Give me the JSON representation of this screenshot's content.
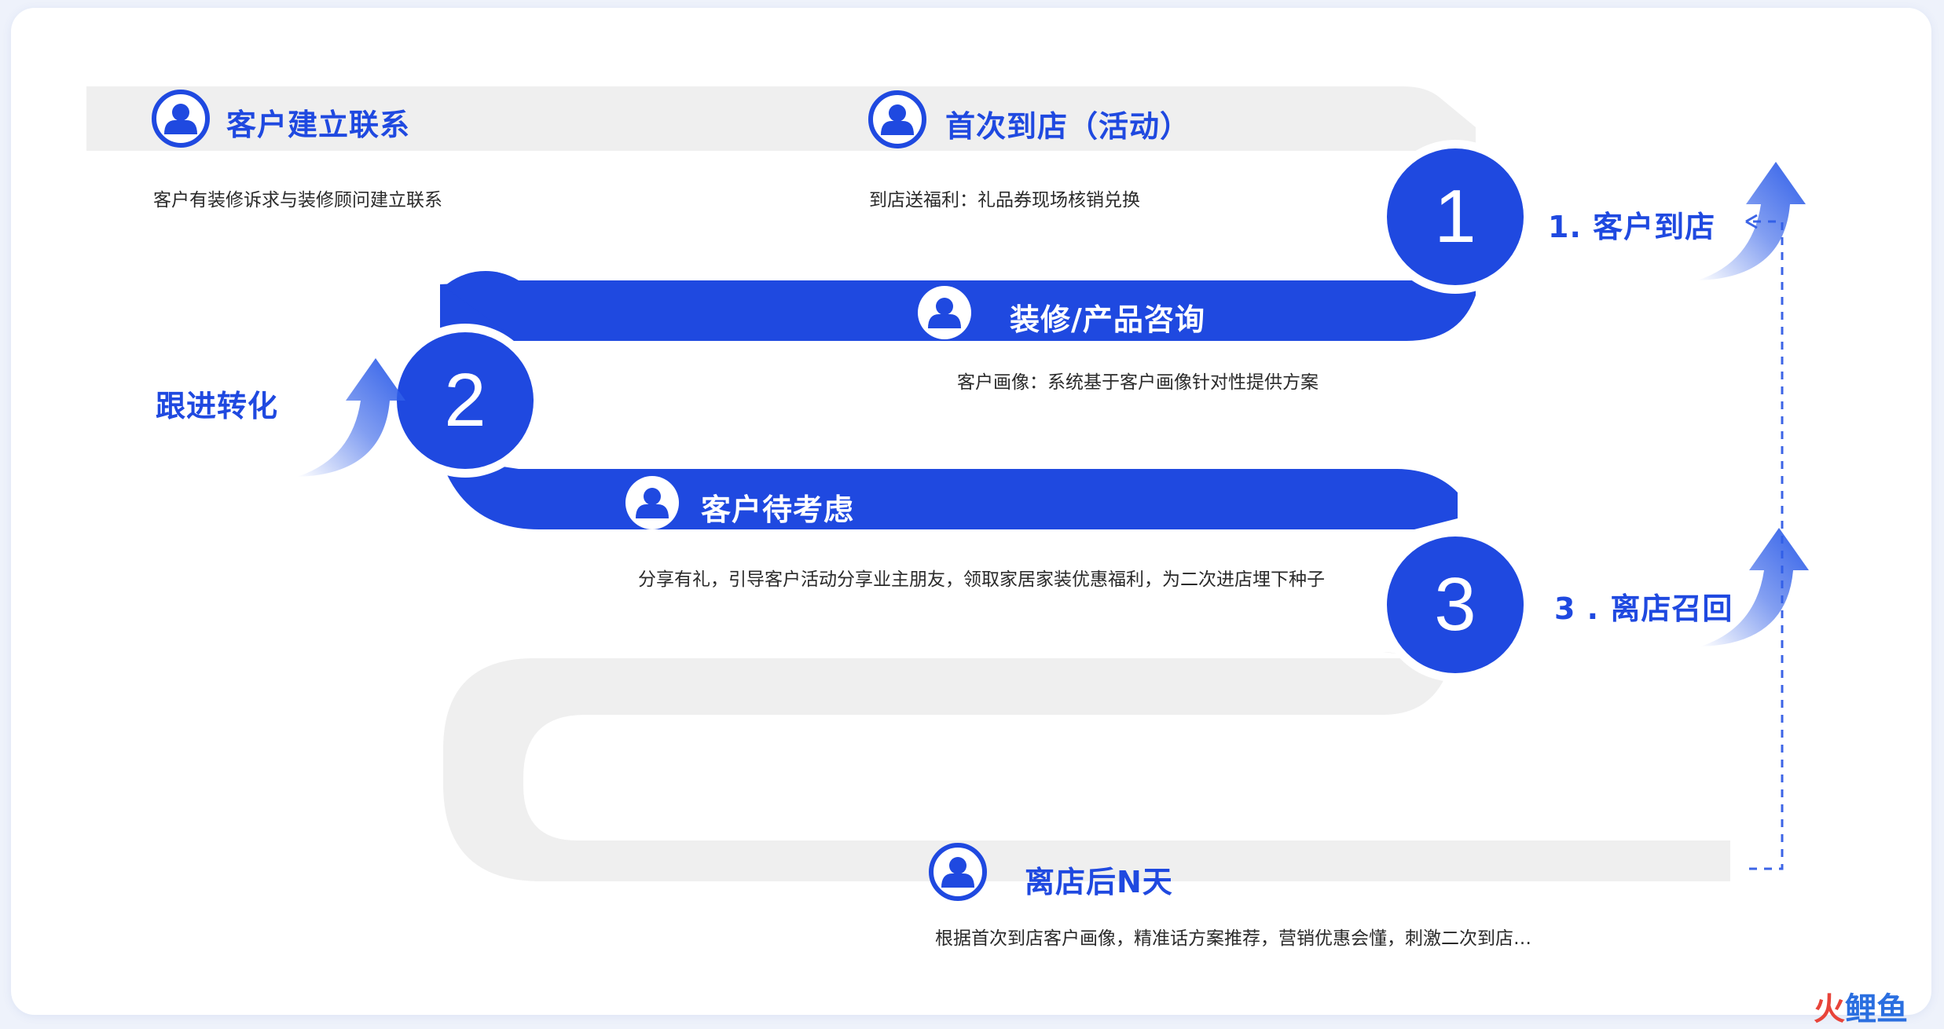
{
  "colors": {
    "primary": "#1f49e0",
    "track_grey": "#efefef",
    "dashed_line": "#3c64e6",
    "watermark_red": "#e8443a",
    "watermark_blue": "#2b6fe0"
  },
  "icons": {
    "person": "person-circle-icon",
    "arrow": "curved-up-arrow-icon"
  },
  "steps": [
    {
      "title": "客户建立联系",
      "desc": "客户有装修诉求与装修顾问建立联系"
    },
    {
      "title": "首次到店（活动）",
      "desc": "到店送福利：礼品券现场核销兑换"
    },
    {
      "title": "装修/产品咨询",
      "desc": "客户画像：系统基于客户画像针对性提供方案"
    },
    {
      "title": "客户待考虑",
      "desc": "分享有礼，引导客户活动分享业主朋友，领取家居家装优惠福利，为二次进店埋下种子"
    },
    {
      "title": "离店后N天",
      "desc": "根据首次到店客户画像，精准话方案推荐，营销优惠会懂，刺激二次到店…"
    }
  ],
  "milestones": [
    {
      "number": "1",
      "label": "1. 客户到店"
    },
    {
      "number": "2",
      "label": "跟进转化"
    },
    {
      "number": "3",
      "label": "3 . 离店召回"
    }
  ],
  "watermark": {
    "part1": "火",
    "part2": "鲤鱼"
  }
}
